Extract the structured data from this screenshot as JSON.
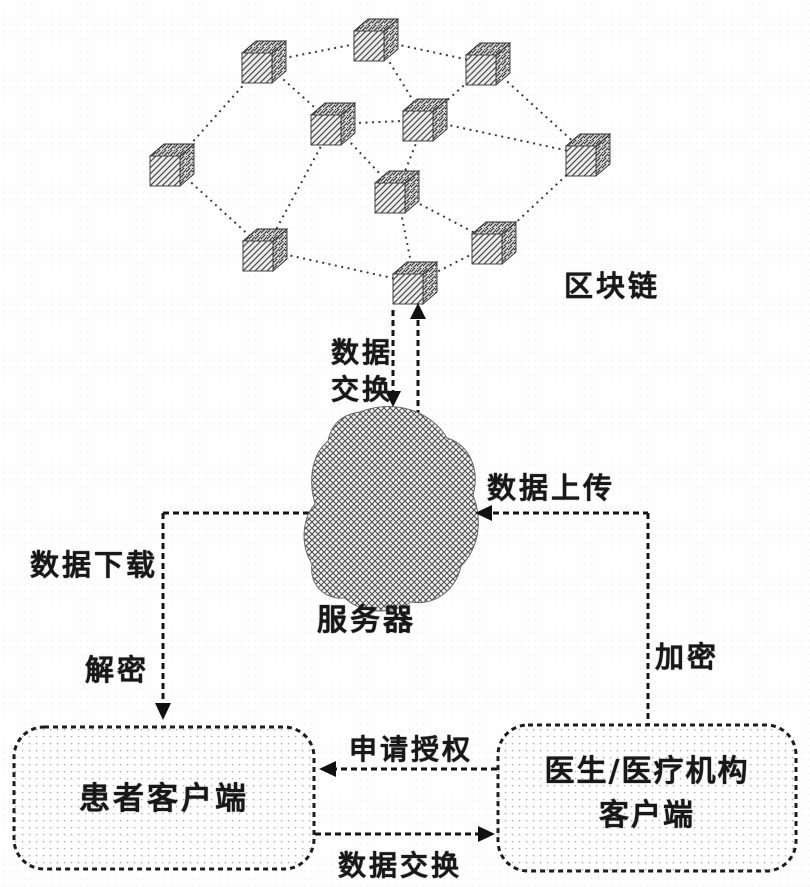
{
  "figure": {
    "blockchain_label": "区块链",
    "server_label": "服务器",
    "exchange_line1": "数据",
    "exchange_line2": "交换",
    "upload_label": "数据上传",
    "download_label": "数据下载",
    "decrypt_label": "解密",
    "encrypt_label": "加密",
    "request_auth_label": "申请授权",
    "bottom_exchange_label": "数据交换",
    "patient_label": "患者客户端",
    "doctor_label_line1": "医生/医疗机构",
    "doctor_label_line2": "客户端",
    "colors": {
      "ink": "#181818",
      "line": "#141414",
      "edge": "#3a3a3a"
    }
  }
}
